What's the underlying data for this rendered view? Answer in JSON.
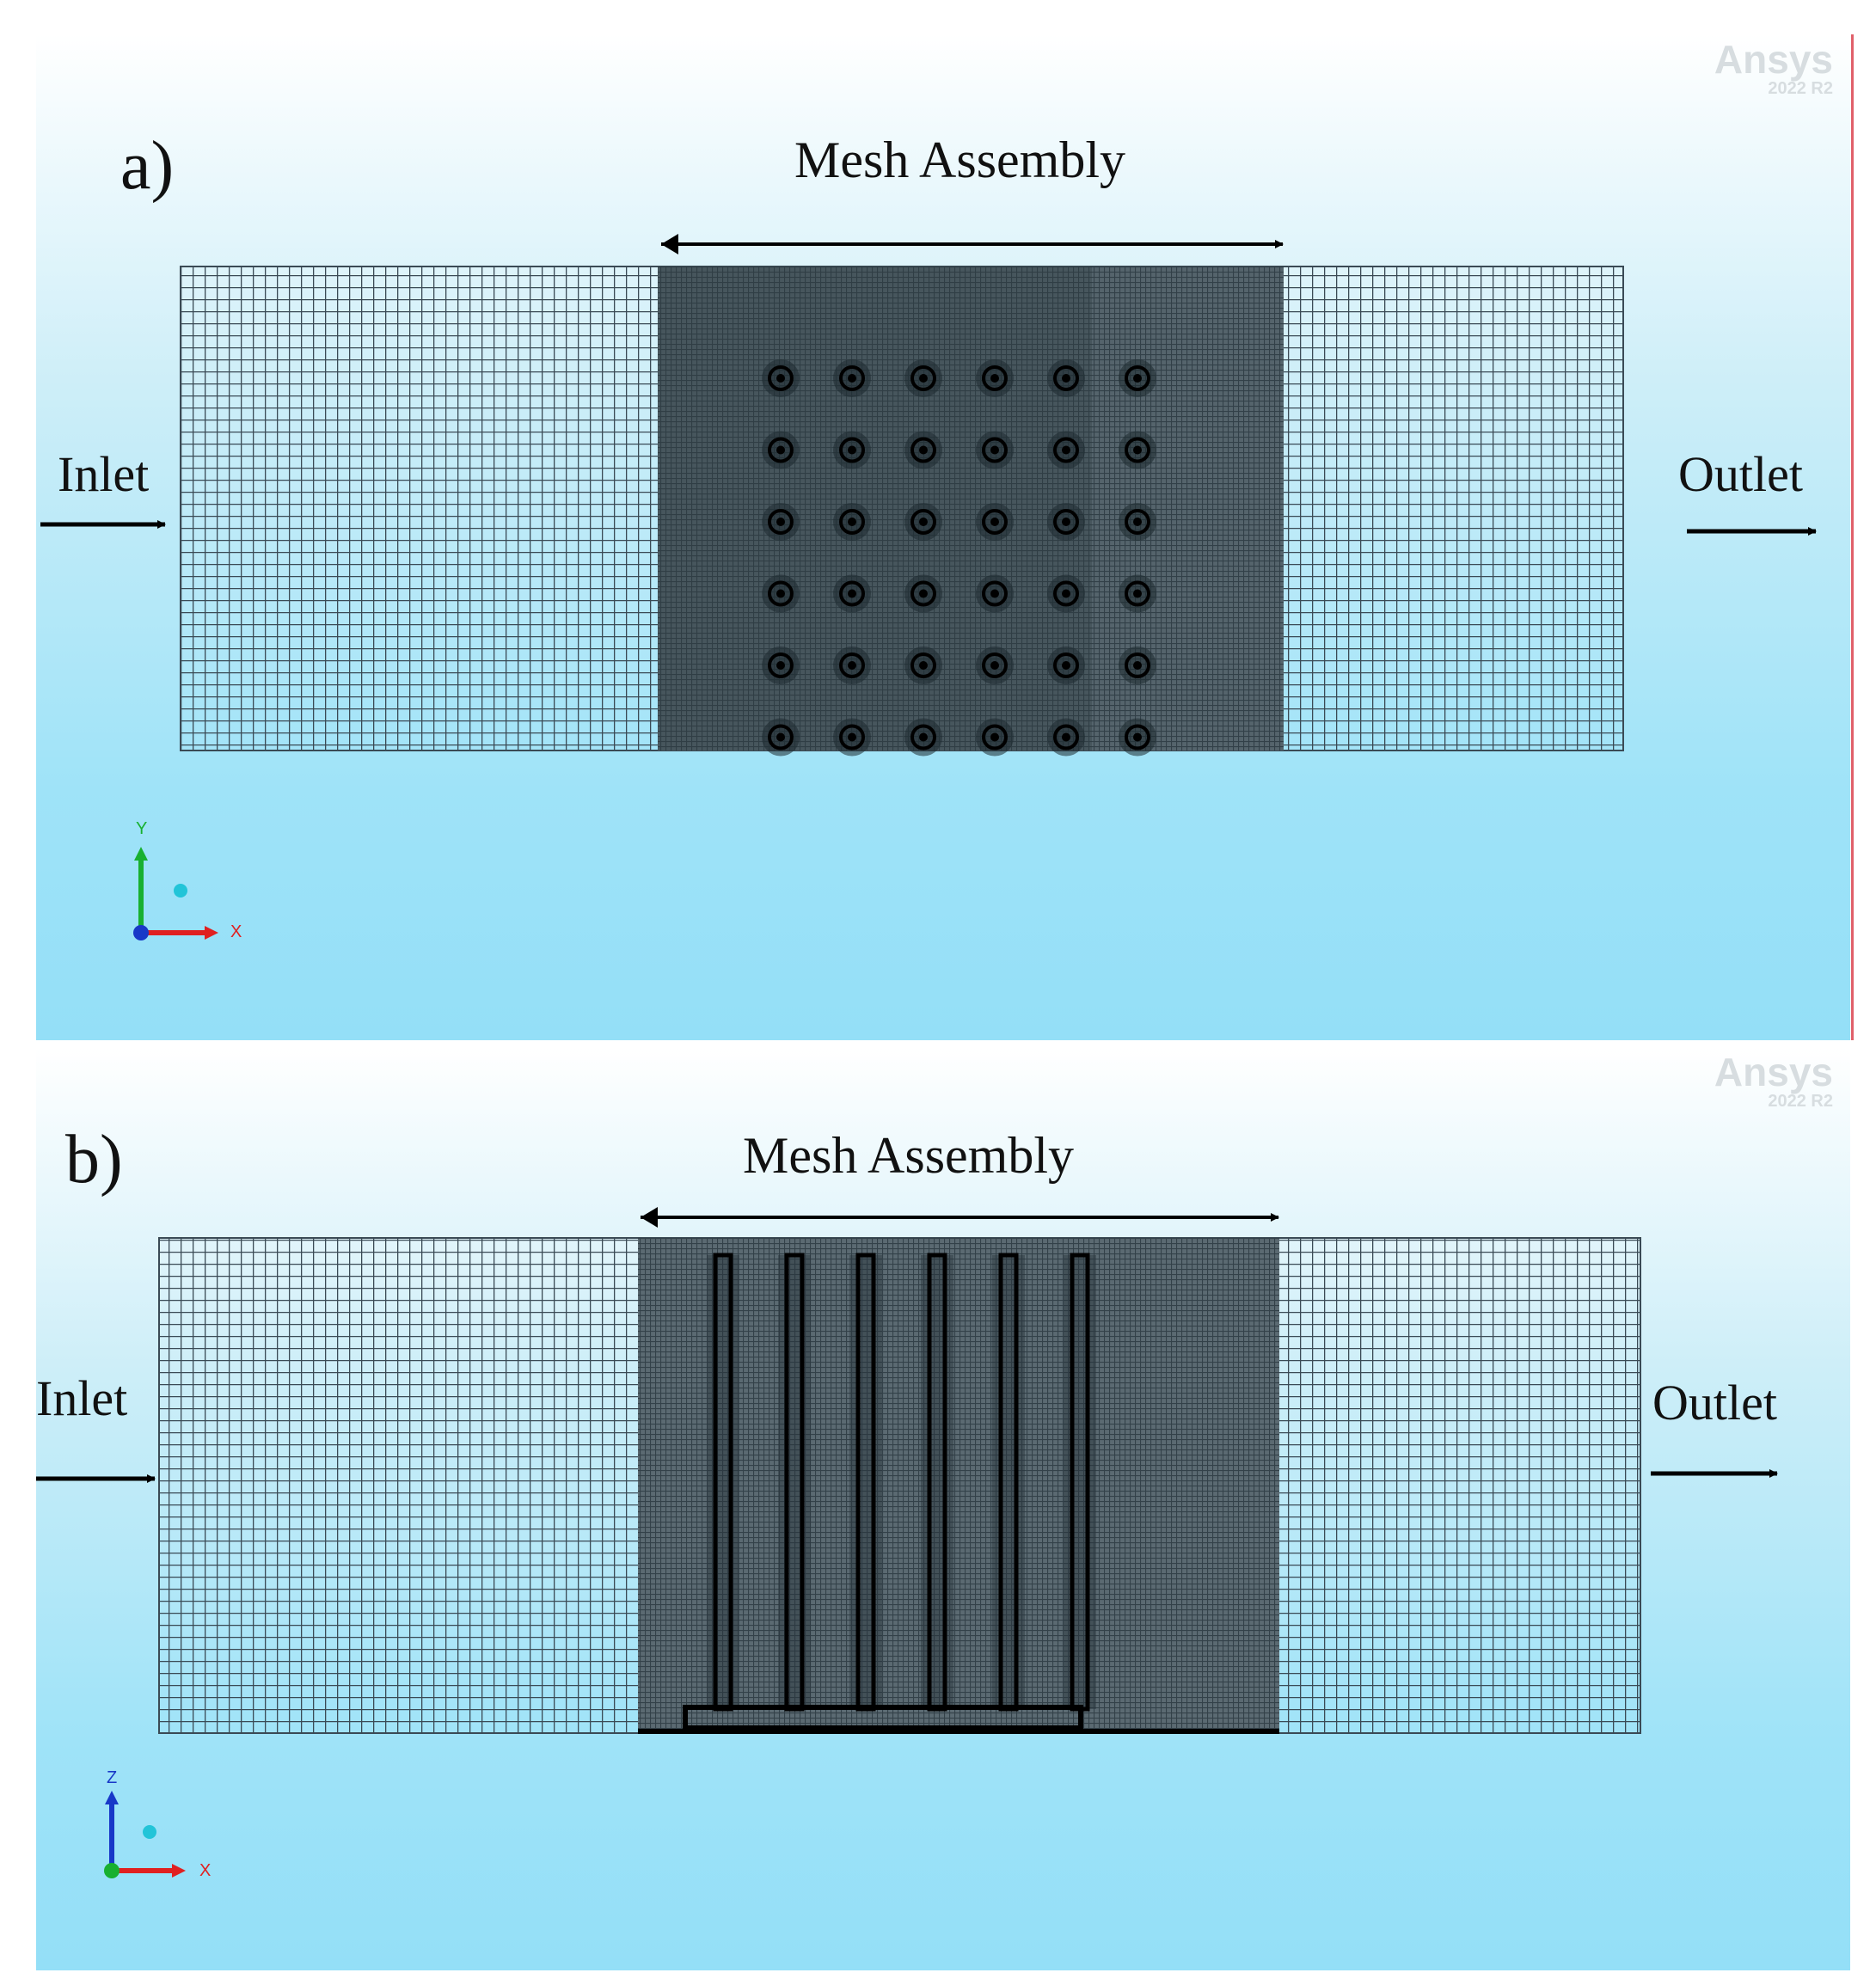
{
  "panels": {
    "a": {
      "letter": "a)",
      "title": "Mesh Assembly",
      "inlet": "Inlet",
      "outlet": "Outlet",
      "logo": {
        "brand": "Ansys",
        "version": "2022 R2"
      },
      "triad": {
        "vertical": "Y",
        "horizontal": "X"
      },
      "view": "top",
      "grid": {
        "rows": 6,
        "cols": 6
      }
    },
    "b": {
      "letter": "b)",
      "title": "Mesh Assembly",
      "inlet": "Inlet",
      "outlet": "Outlet",
      "logo": {
        "brand": "Ansys",
        "version": "2022 R2"
      },
      "triad": {
        "vertical": "Z",
        "horizontal": "X"
      },
      "view": "side",
      "pillars": 6
    }
  },
  "colors": {
    "mesh_line": "#3a4a55",
    "dense_mesh": "#4b5a62",
    "background_top": "#ffffff",
    "background_bottom": "#94dff7",
    "axis_x": "#e02020",
    "axis_y": "#18b030",
    "axis_z": "#1838c8"
  },
  "icons": [
    "arrow-right-icon",
    "double-arrow-icon",
    "axis-triad-icon"
  ]
}
